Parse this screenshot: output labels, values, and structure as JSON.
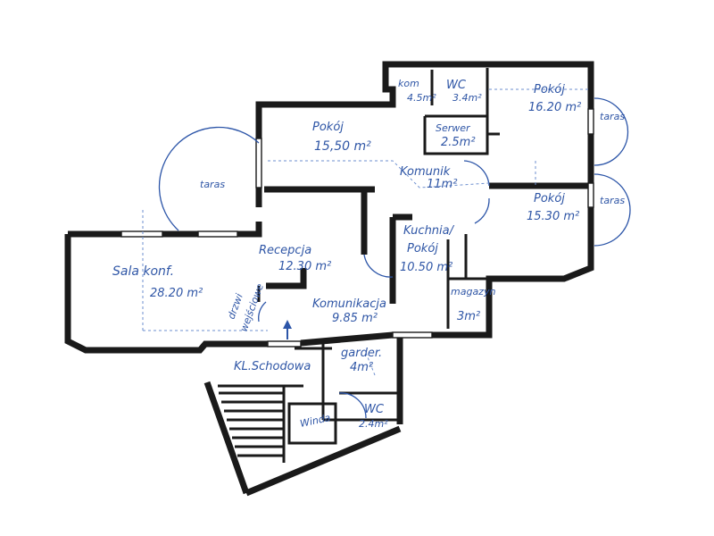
{
  "rooms": {
    "pokoj_a": {
      "name": "Pokój",
      "area": "15,50 m²"
    },
    "pokoj_b": {
      "name": "Pokój",
      "area": "16.20 m²"
    },
    "pokoj_c": {
      "name": "Pokój",
      "area": "15.30 m²"
    },
    "kom": {
      "name": "kom",
      "area": "4.5m²"
    },
    "wc_top": {
      "name": "WC",
      "area": "3.4m²"
    },
    "serwer": {
      "name": "Serwer",
      "area": "2.5m²"
    },
    "komunik": {
      "name": "Komunik",
      "area": "11m²"
    },
    "kuchnia": {
      "name": "Kuchnia/",
      "name2": "Pokój",
      "area": "10.50 m²"
    },
    "recepcja": {
      "name": "Recepcja",
      "area": "12.30 m²"
    },
    "sala": {
      "name": "Sala konf.",
      "area": "28.20 m²"
    },
    "komunikacja": {
      "name": "Komunikacja",
      "area": "9.85 m²"
    },
    "magazyn": {
      "name": "magazyn",
      "area": "3m²"
    },
    "garder": {
      "name": "garder.",
      "area": "4m²"
    },
    "wc_bottom": {
      "name": "WC",
      "area": "2.4m²"
    }
  },
  "labels": {
    "taras_left": "taras",
    "taras_right_top": "taras",
    "taras_right_bottom": "taras",
    "drzwi_1": "drzwi",
    "drzwi_2": "wejściowe",
    "kl_schodowa": "KL.Schodowa",
    "winda": "Winda"
  },
  "colors": {
    "ink": "#2f56a6",
    "wall": "#1a1a1a"
  }
}
